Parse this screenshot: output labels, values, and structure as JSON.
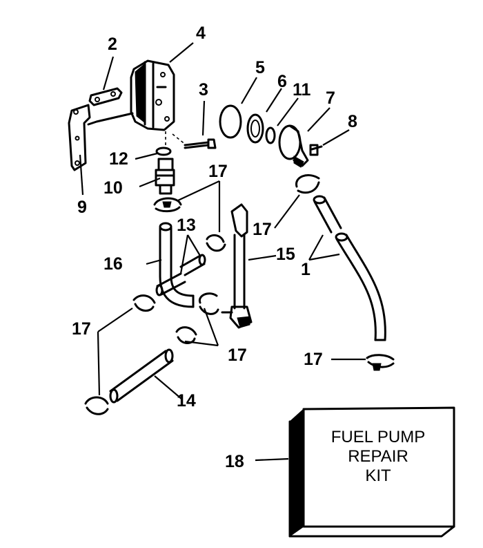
{
  "callouts": {
    "c1": "1",
    "c2": "2",
    "c3": "3",
    "c4": "4",
    "c5": "5",
    "c6": "6",
    "c7": "7",
    "c8": "8",
    "c9": "9",
    "c10": "10",
    "c11": "11",
    "c12": "12",
    "c13": "13",
    "c14": "14",
    "c15": "15",
    "c16": "16",
    "c17a": "17",
    "c17b": "17",
    "c17c": "17",
    "c17d": "17",
    "c17e": "17",
    "c18": "18"
  },
  "kit": {
    "line1": "FUEL PUMP",
    "line2": "REPAIR",
    "line3": "KIT"
  }
}
